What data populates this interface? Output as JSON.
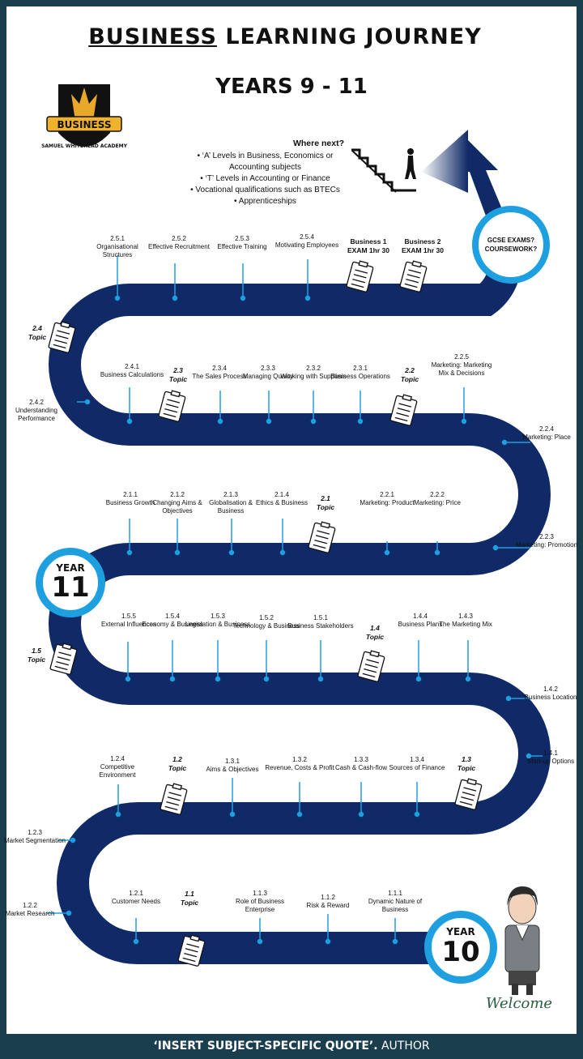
{
  "header": {
    "title_underlined": "BUSINESS",
    "title_rest": "LEARNING JOURNEY",
    "subtitle": "YEARS 9 - 11"
  },
  "logo": {
    "banner": "BUSINESS",
    "ring_text": "SAMUEL WHITBREAD ACADEMY"
  },
  "where_next": {
    "heading": "Where next?",
    "items": [
      "‘A’ Levels in Business, Economics or Accounting subjects",
      "‘T’ Levels in Accounting or Finance",
      "Vocational qualifications such as BTECs",
      "Apprenticeships"
    ]
  },
  "gcse": {
    "line1": "GCSE EXAMS?",
    "line2": "COURSEWORK?"
  },
  "exams": {
    "b1": "Business 1",
    "b1_time": "EXAM 1hr 30",
    "b2": "Business 2",
    "b2_time": "EXAM 1hr 30"
  },
  "year11": {
    "label": "YEAR",
    "num": "11"
  },
  "year10": {
    "label": "YEAR",
    "num": "10"
  },
  "topics": {
    "t24": "2.4",
    "t23": "2.3",
    "t22": "2.2",
    "t21": "2.1",
    "t15": "1.5",
    "t14": "1.4",
    "t13": "1.3",
    "t12": "1.2",
    "t11": "1.1",
    "word": "Topic"
  },
  "labels": {
    "l251": {
      "n": "2.5.1",
      "t": "Organisational Structures"
    },
    "l252": {
      "n": "2.5.2",
      "t": "Effective Recruitment"
    },
    "l253": {
      "n": "2.5.3",
      "t": "Effective Training"
    },
    "l254": {
      "n": "2.5.4",
      "t": "Motivating Employees"
    },
    "l242": {
      "n": "2.4.2",
      "t": "Understanding Performance"
    },
    "l241": {
      "n": "2.4.1",
      "t": "Business Calculations"
    },
    "l234": {
      "n": "2.3.4",
      "t": "The Sales Process"
    },
    "l233": {
      "n": "2.3.3",
      "t": "Managing Quality"
    },
    "l232": {
      "n": "2.3.2",
      "t": "Working with Suppliers"
    },
    "l231": {
      "n": "2.3.1",
      "t": "Business Operations"
    },
    "l225": {
      "n": "2.2.5",
      "t": "Marketing: Marketing Mix & Decisions"
    },
    "l224": {
      "n": "2.2.4",
      "t": "Marketing: Place"
    },
    "l223": {
      "n": "2.2.3",
      "t": "Marketing: Promotion"
    },
    "l211": {
      "n": "2.1.1",
      "t": "Business Growth"
    },
    "l212": {
      "n": "2.1.2",
      "t": "Changing Aims & Objectives"
    },
    "l213": {
      "n": "2.1.3",
      "t": "Globalisation & Business"
    },
    "l214": {
      "n": "2.1.4",
      "t": "Ethics & Business"
    },
    "l221": {
      "n": "2.2.1",
      "t": "Marketing: Product"
    },
    "l222": {
      "n": "2.2.2",
      "t": "Marketing: Price"
    },
    "l155": {
      "n": "1.5.5",
      "t": "External Influences"
    },
    "l154": {
      "n": "1.5.4",
      "t": "Economy & Business"
    },
    "l153": {
      "n": "1.5.3",
      "t": "Legislation & Business"
    },
    "l152": {
      "n": "1.5.2",
      "t": "Technology & Business"
    },
    "l151": {
      "n": "1.5.1",
      "t": "Business Stakeholders"
    },
    "l144": {
      "n": "1.4.4",
      "t": "Business Plans"
    },
    "l143": {
      "n": "1.4.3",
      "t": "The Marketing Mix"
    },
    "l142": {
      "n": "1.4.2",
      "t": "Business Location"
    },
    "l141": {
      "n": "1.4.1",
      "t": "Start-up Options"
    },
    "l124": {
      "n": "1.2.4",
      "t": "Competitive Environment"
    },
    "l131": {
      "n": "1.3.1",
      "t": "Aims & Objectives"
    },
    "l132": {
      "n": "1.3.2",
      "t": "Revenue, Costs & Profit"
    },
    "l133": {
      "n": "1.3.3",
      "t": "Cash & Cash-flow"
    },
    "l134": {
      "n": "1.3.4",
      "t": "Sources of Finance"
    },
    "l123": {
      "n": "1.2.3",
      "t": "Market Segmentation"
    },
    "l122": {
      "n": "1.2.2",
      "t": "Market Research"
    },
    "l121": {
      "n": "1.2.1",
      "t": "Customer Needs"
    },
    "l113": {
      "n": "1.1.3",
      "t": "Role of Business Enterprise"
    },
    "l112": {
      "n": "1.1.2",
      "t": "Risk & Reward"
    },
    "l111": {
      "n": "1.1.1",
      "t": "Dynamic Nature of Business"
    }
  },
  "welcome": "Welcome",
  "footer": {
    "quote": "‘INSERT SUBJECT-SPECIFIC QUOTE’.",
    "author": "AUTHOR"
  },
  "colors": {
    "road": "#0f2a66",
    "accent": "#1e9fe0",
    "frame": "#1b3e4f"
  }
}
